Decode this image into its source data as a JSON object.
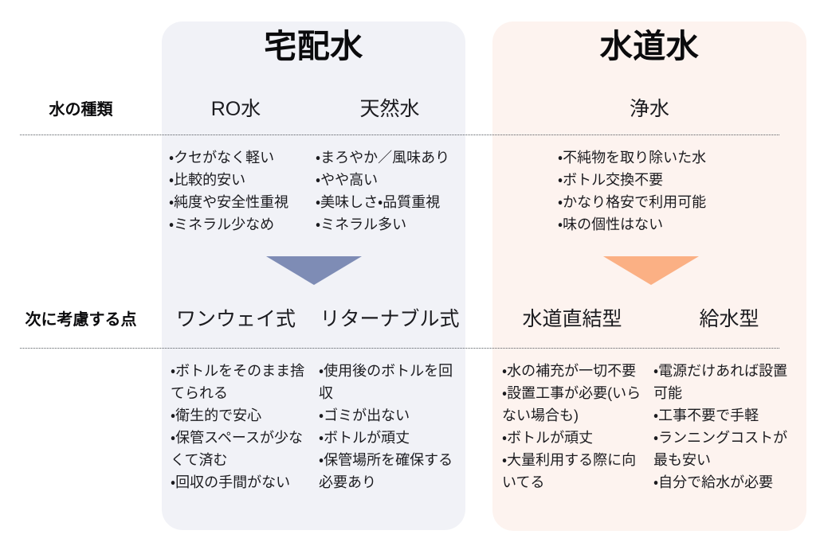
{
  "meta": {
    "document_title": "宅配水 vs 水道水 比較表"
  },
  "row_labels": {
    "row1": "水の種類",
    "row2": "次に考慮する点"
  },
  "groups": [
    {
      "id": "takuhaisui",
      "title": "宅配水",
      "accent_color": "#7e8cb5",
      "card_color": "#f1f2f7",
      "arrow_icon": "down-triangle-icon"
    },
    {
      "id": "suidousui",
      "title": "水道水",
      "accent_color": "#fbb084",
      "card_color": "#fdf3ef",
      "arrow_icon": "down-triangle-icon"
    }
  ],
  "row1": {
    "columns": [
      {
        "id": "ro",
        "header": "RO水",
        "bullets": [
          "・クセがなく軽い",
          "・比較的安い",
          "・純度や安全性重視",
          "・ミネラル少なめ"
        ]
      },
      {
        "id": "tennensui",
        "header": "天然水",
        "bullets": [
          "・まろやか／風味あり",
          "・やや高い",
          "・美味しさ・品質重視",
          "・ミネラル多い"
        ]
      },
      {
        "id": "jousui",
        "header": "浄水",
        "bullets": [
          "・不純物を取り除いた水",
          "・ボトル交換不要",
          "・かなり格安で利用可能",
          "・味の個性はない"
        ]
      }
    ]
  },
  "row2": {
    "columns": [
      {
        "id": "oneway",
        "header": "ワンウェイ式",
        "bullets": [
          "・ボトルをそのまま捨てられる",
          "・衛生的で安心",
          "・保管スペースが少なくて済む",
          "・回収の手間がない"
        ]
      },
      {
        "id": "returnable",
        "header": "リターナブル式",
        "bullets": [
          "・使用後のボトルを回収",
          "・ゴミが出ない",
          "・ボトルが頑丈",
          "・保管場所を確保する必要あり"
        ]
      },
      {
        "id": "chokketsu",
        "header": "水道直結型",
        "bullets": [
          "・水の補充が一切不要",
          "・設置工事が必要(いらない場合も)",
          "・ボトルが頑丈",
          "・大量利用する際に向いてる"
        ]
      },
      {
        "id": "kyuusui",
        "header": "給水型",
        "bullets": [
          "・電源だけあれば設置可能",
          "・工事不要で手軽",
          "・ランニングコストが最も安い",
          "・自分で給水が必要"
        ]
      }
    ]
  }
}
